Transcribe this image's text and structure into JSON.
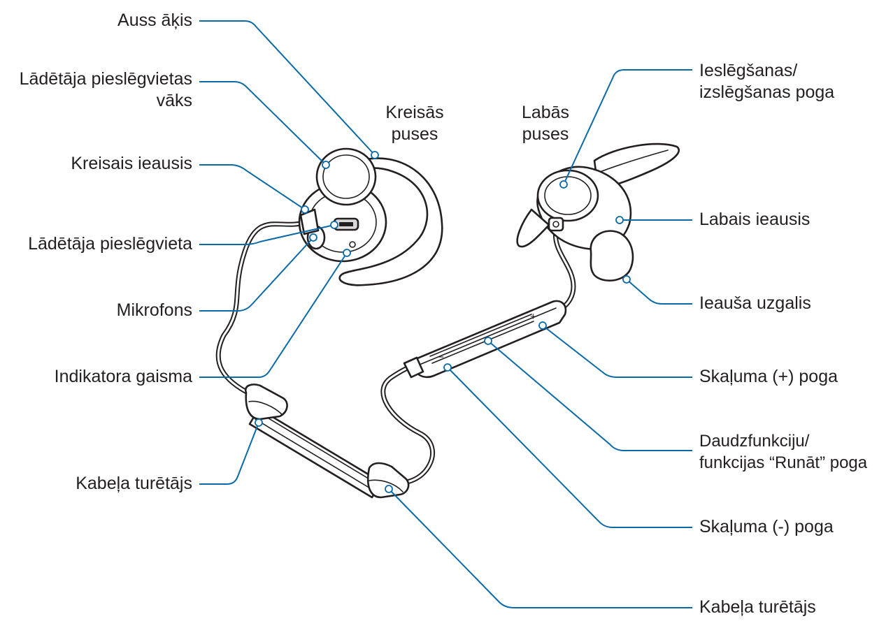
{
  "labels": {
    "ear_hook": "Auss āķis",
    "charger_cover_1": "Lādētāja pieslēgvietas",
    "charger_cover_2": "vāks",
    "left_earpiece": "Kreisais ieausis",
    "charger_port": "Lādētāja pieslēgvieta",
    "microphone": "Mikrofons",
    "indicator_light": "Indikatora gaisma",
    "cable_holder_left": "Kabeļa turētājs",
    "left_side_1": "Kreisās",
    "left_side_2": "puses",
    "right_side_1": "Labās",
    "right_side_2": "puses",
    "power_button_1": "Ieslēgšanas/",
    "power_button_2": "izslēgšanas poga",
    "right_earpiece": "Labais ieausis",
    "ear_tip": "Ieauša uzgalis",
    "volume_up": "Skaļuma (+) poga",
    "multifunction_1": "Daudzfunkciju/",
    "multifunction_2": "funkcijas “Runāt” poga",
    "volume_down": "Skaļuma (-) poga",
    "cable_holder_bottom": "Kabeļa turētājs",
    "plus_mark": "+",
    "minus_mark": "−"
  },
  "colors": {
    "leader_line": "#0a6aa8",
    "outline": "#231f20",
    "text": "#231f20"
  }
}
